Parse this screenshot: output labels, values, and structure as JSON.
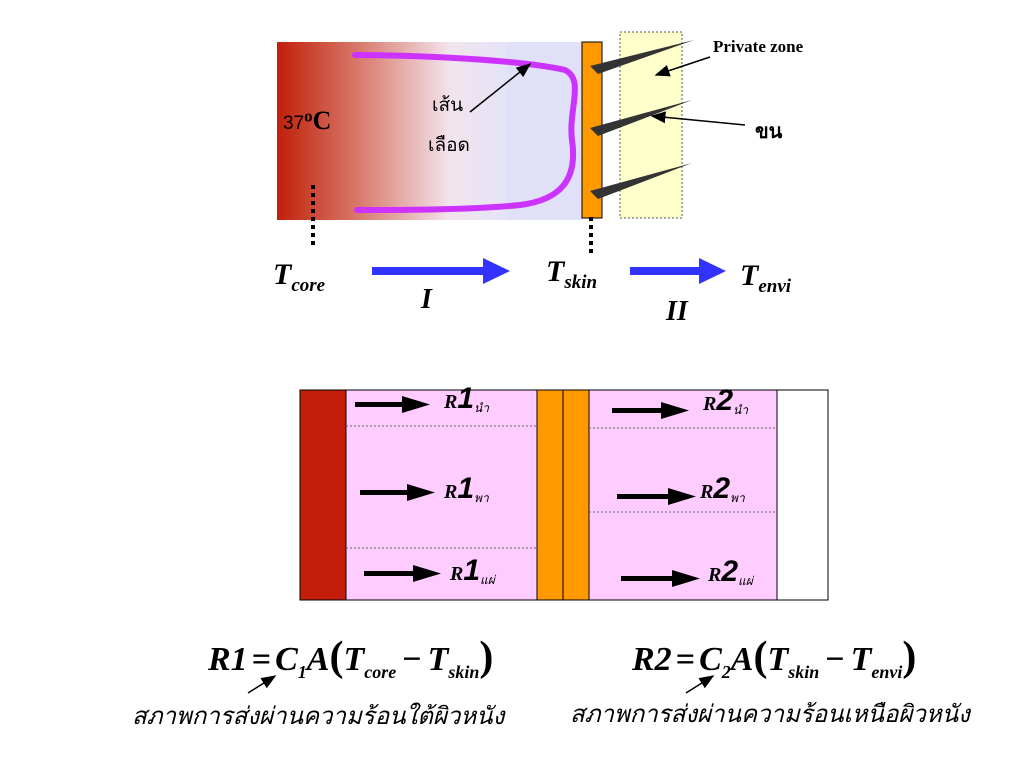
{
  "top_diagram": {
    "core_temp_number": "37",
    "core_temp_degree": "o",
    "core_temp_unit": "C",
    "blood_vessel_label_line1": "เส้น",
    "blood_vessel_label_line2": "เลือด",
    "private_zone_label": "Private zone",
    "hair_label": "ขน",
    "t_core": {
      "base": "T",
      "sub": "core"
    },
    "t_skin": {
      "base": "T",
      "sub": "skin"
    },
    "t_envi": {
      "base": "T",
      "sub": "envi"
    },
    "stage_1": "I",
    "stage_2": "II"
  },
  "resistance_diagram": {
    "left_rows": [
      {
        "r": "R",
        "num": "1",
        "sub": "นำ"
      },
      {
        "r": "R",
        "num": "1",
        "sub": "พา"
      },
      {
        "r": "R",
        "num": "1",
        "sub": "แผ่"
      }
    ],
    "right_rows": [
      {
        "r": "R",
        "num": "2",
        "sub": "นำ"
      },
      {
        "r": "R",
        "num": "2",
        "sub": "พา"
      },
      {
        "r": "R",
        "num": "2",
        "sub": "แผ่"
      }
    ]
  },
  "equations": {
    "eq1": {
      "lhs": "R1",
      "eq": "=",
      "c": "C",
      "c_sub": "1",
      "a": "A",
      "open": "(",
      "t1": "T",
      "t1_sub": "core",
      "minus": "−",
      "t2": "T",
      "t2_sub": "skin",
      "close": ")",
      "caption": "สภาพการส่งผ่านความร้อนใต้ผิวหนัง"
    },
    "eq2": {
      "lhs": "R2",
      "eq": "=",
      "c": "C",
      "c_sub": "2",
      "a": "A",
      "open": "(",
      "t1": "T",
      "t1_sub": "skin",
      "minus": "−",
      "t2": "T",
      "t2_sub": "envi",
      "close": ")",
      "caption": "สภาพการส่งผ่านความร้อนเหนือผิวหนัง"
    }
  },
  "colors": {
    "core_red": "#c0200a",
    "body_light": "#e0e0f8",
    "skin_orange": "#ff9900",
    "private_zone_yellow": "#ffffcc",
    "vessel_purple": "#cc33ff",
    "flow_arrow_blue": "#3333ff",
    "resistance_pink": "#ffccff"
  }
}
